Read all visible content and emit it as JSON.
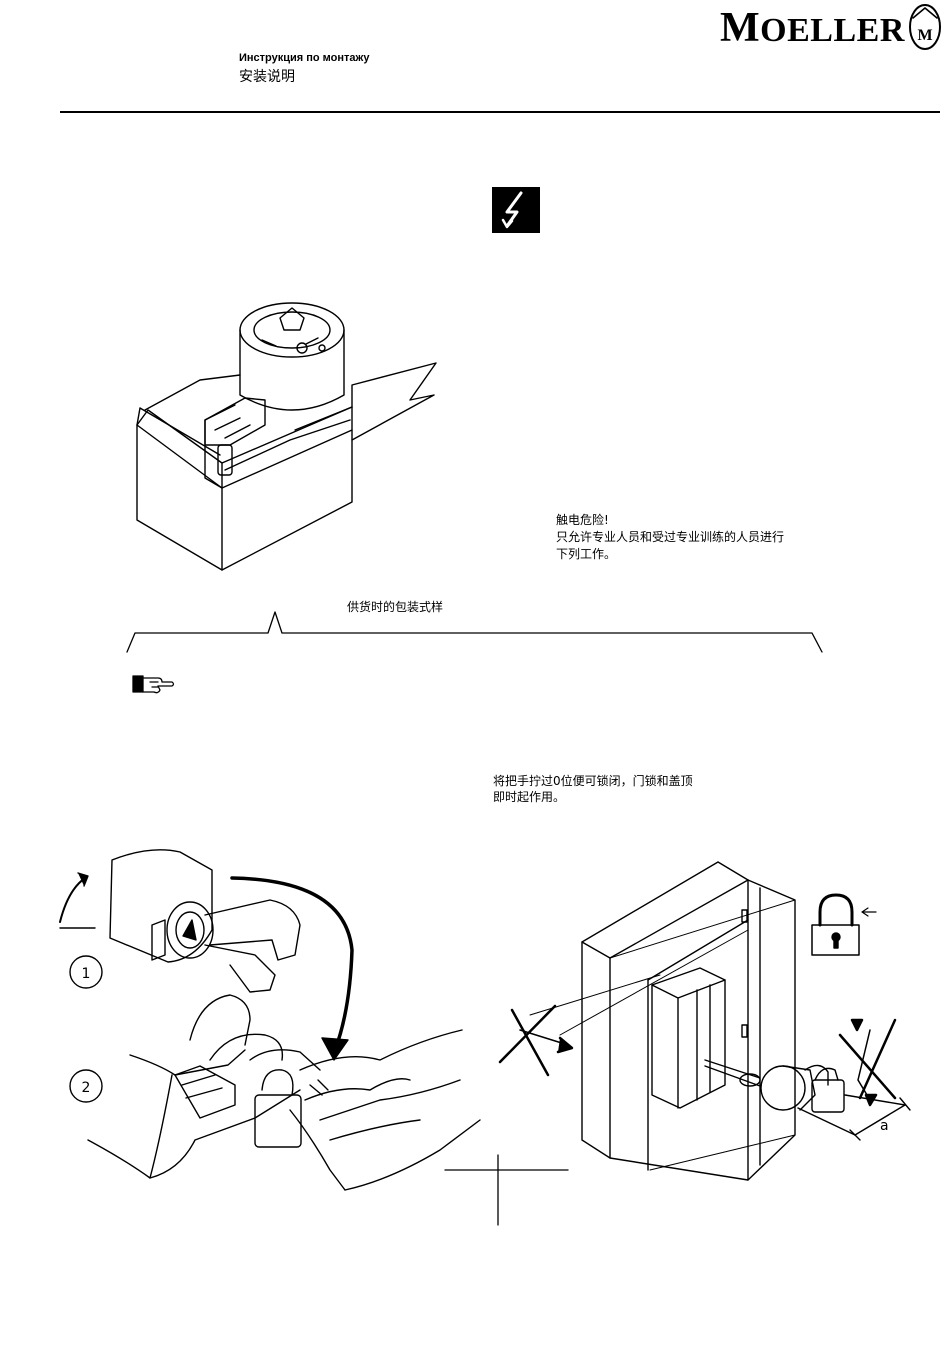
{
  "header": {
    "title_ru": "Инструкция по монтажу",
    "title_zh": "安装说明",
    "brand": "MOELLER",
    "brand_initial": "M",
    "brand_rest": "OELLER",
    "emblem_letters": "M"
  },
  "warning": {
    "icon": "high-voltage-icon",
    "text_line1": "触电危险!",
    "text_line2": "只允许专业人员和受过专业训练的人员进行",
    "text_line3": "下列工作。"
  },
  "package": {
    "caption": "供货时的包装式样"
  },
  "note": {
    "icon": "pointing-hand-icon",
    "text_line1": "将把手拧过0位便可锁闭，门锁和盖顶",
    "text_line2": " 即时起作用。"
  },
  "figure": {
    "step1": "1",
    "step2": "2",
    "dimension_label": "a"
  }
}
